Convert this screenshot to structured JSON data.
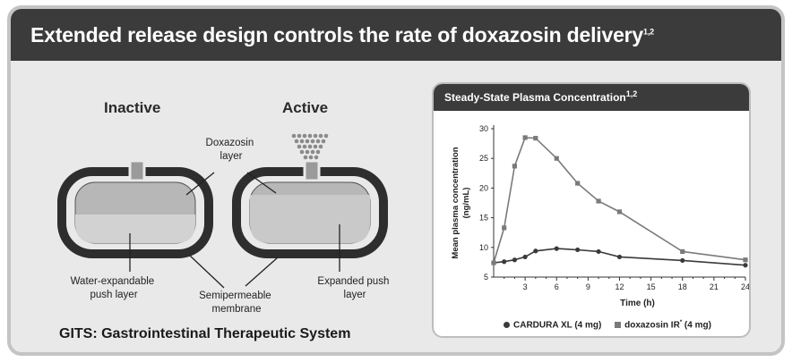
{
  "banner": {
    "title": "Extended release  design controls the rate of doxazosin delivery",
    "superscript": "1,2"
  },
  "diagram": {
    "inactive_label": "Inactive",
    "active_label": "Active",
    "doxazosin_layer": [
      "Doxazosin",
      "layer"
    ],
    "water_layer": [
      "Water-expandable",
      "push layer"
    ],
    "membrane": [
      "Semipermeable",
      "membrane"
    ],
    "expanded_layer": [
      "Expanded push",
      "layer"
    ],
    "caption": "GITS: Gastrointestinal Therapeutic System"
  },
  "panel": {
    "title": "Steady-State Plasma Concentration",
    "superscript": "1,2"
  },
  "chart_data": {
    "type": "line",
    "xlabel": "Time (h)",
    "ylabel": "Mean plasma concentration (ng/mL)",
    "xlim": [
      0,
      24
    ],
    "ylim": [
      5,
      30
    ],
    "xticks": [
      3,
      6,
      9,
      12,
      15,
      18,
      21,
      24
    ],
    "yticks": [
      5,
      10,
      15,
      20,
      25,
      30
    ],
    "series": [
      {
        "name": "CARDURA XL (4 mg)",
        "marker": "circle",
        "color": "#3a3a3a",
        "x": [
          0,
          1,
          2,
          3,
          4,
          6,
          8,
          10,
          12,
          18,
          24
        ],
        "y": [
          7.4,
          7.6,
          7.9,
          8.4,
          9.4,
          9.8,
          9.6,
          9.3,
          8.4,
          7.8,
          7.0
        ]
      },
      {
        "name": "doxazosin IR",
        "name_sup": "*",
        "name_tail": " (4 mg)",
        "marker": "square",
        "color": "#7a7a7a",
        "x": [
          0,
          1,
          2,
          3,
          4,
          6,
          8,
          10,
          12,
          18,
          24
        ],
        "y": [
          7.4,
          13.3,
          23.7,
          28.5,
          28.4,
          25.0,
          20.8,
          17.8,
          16.0,
          9.3,
          7.9
        ]
      }
    ]
  }
}
